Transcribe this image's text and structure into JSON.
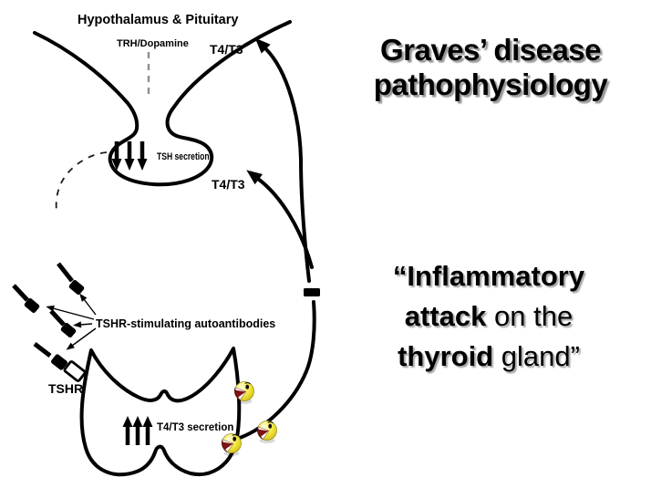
{
  "title": {
    "line1": "Graves’ disease",
    "line2": "pathophysiology"
  },
  "quote": {
    "open": "“",
    "bold1": "Inflammatory",
    "bold2": "attack",
    "rest2": " on the",
    "bold3": "thyroid",
    "rest3": " gland”"
  },
  "diagram": {
    "hypothalamus_pituitary_label": "Hypothalamus & Pituitary",
    "trh_dopamine_label": "TRH/Dopamine",
    "t4t3_top_label": "T4/T3",
    "t4t3_mid_label": "T4/T3",
    "tsh_secretion_label": "TSH secretion",
    "t4t3_secretion_label": "T4/T3 secretion",
    "tshr_label": "TSHR",
    "autoantibodies_label": "TSHR-stimulating autoantibodies"
  },
  "icons": {
    "inflammatory_cell": "inflammatory-cell-icon",
    "antibody": "antibody-icon",
    "tshr_receptor": "tshr-receptor-icon",
    "negative_feedback_minus": "negative-feedback-minus-icon"
  },
  "colors": {
    "ink": "#000000",
    "background": "#ffffff",
    "cell_yellow": "#f2e636",
    "cell_mouth": "#7d1414",
    "text_shadow": "#969696"
  }
}
